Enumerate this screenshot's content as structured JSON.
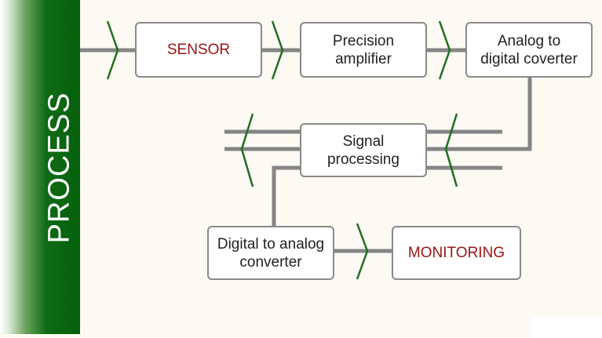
{
  "process": {
    "label": "PROCESS"
  },
  "blocks": {
    "sensor": "SENSOR",
    "amplifier": "Precision\namplifier",
    "adc": "Analog to\ndigital coverter",
    "signal_processing": "Signal\nprocessing",
    "dac": "Digital to analog\nconverter",
    "monitoring": "MONITORING"
  },
  "colors": {
    "process_green": "#05600c",
    "arrow_green": "#1f6e1f",
    "wire_gray": "#858585",
    "border_gray": "#8a8a8a",
    "highlight_text": "#9b1414",
    "background": "#fdfaf4"
  }
}
